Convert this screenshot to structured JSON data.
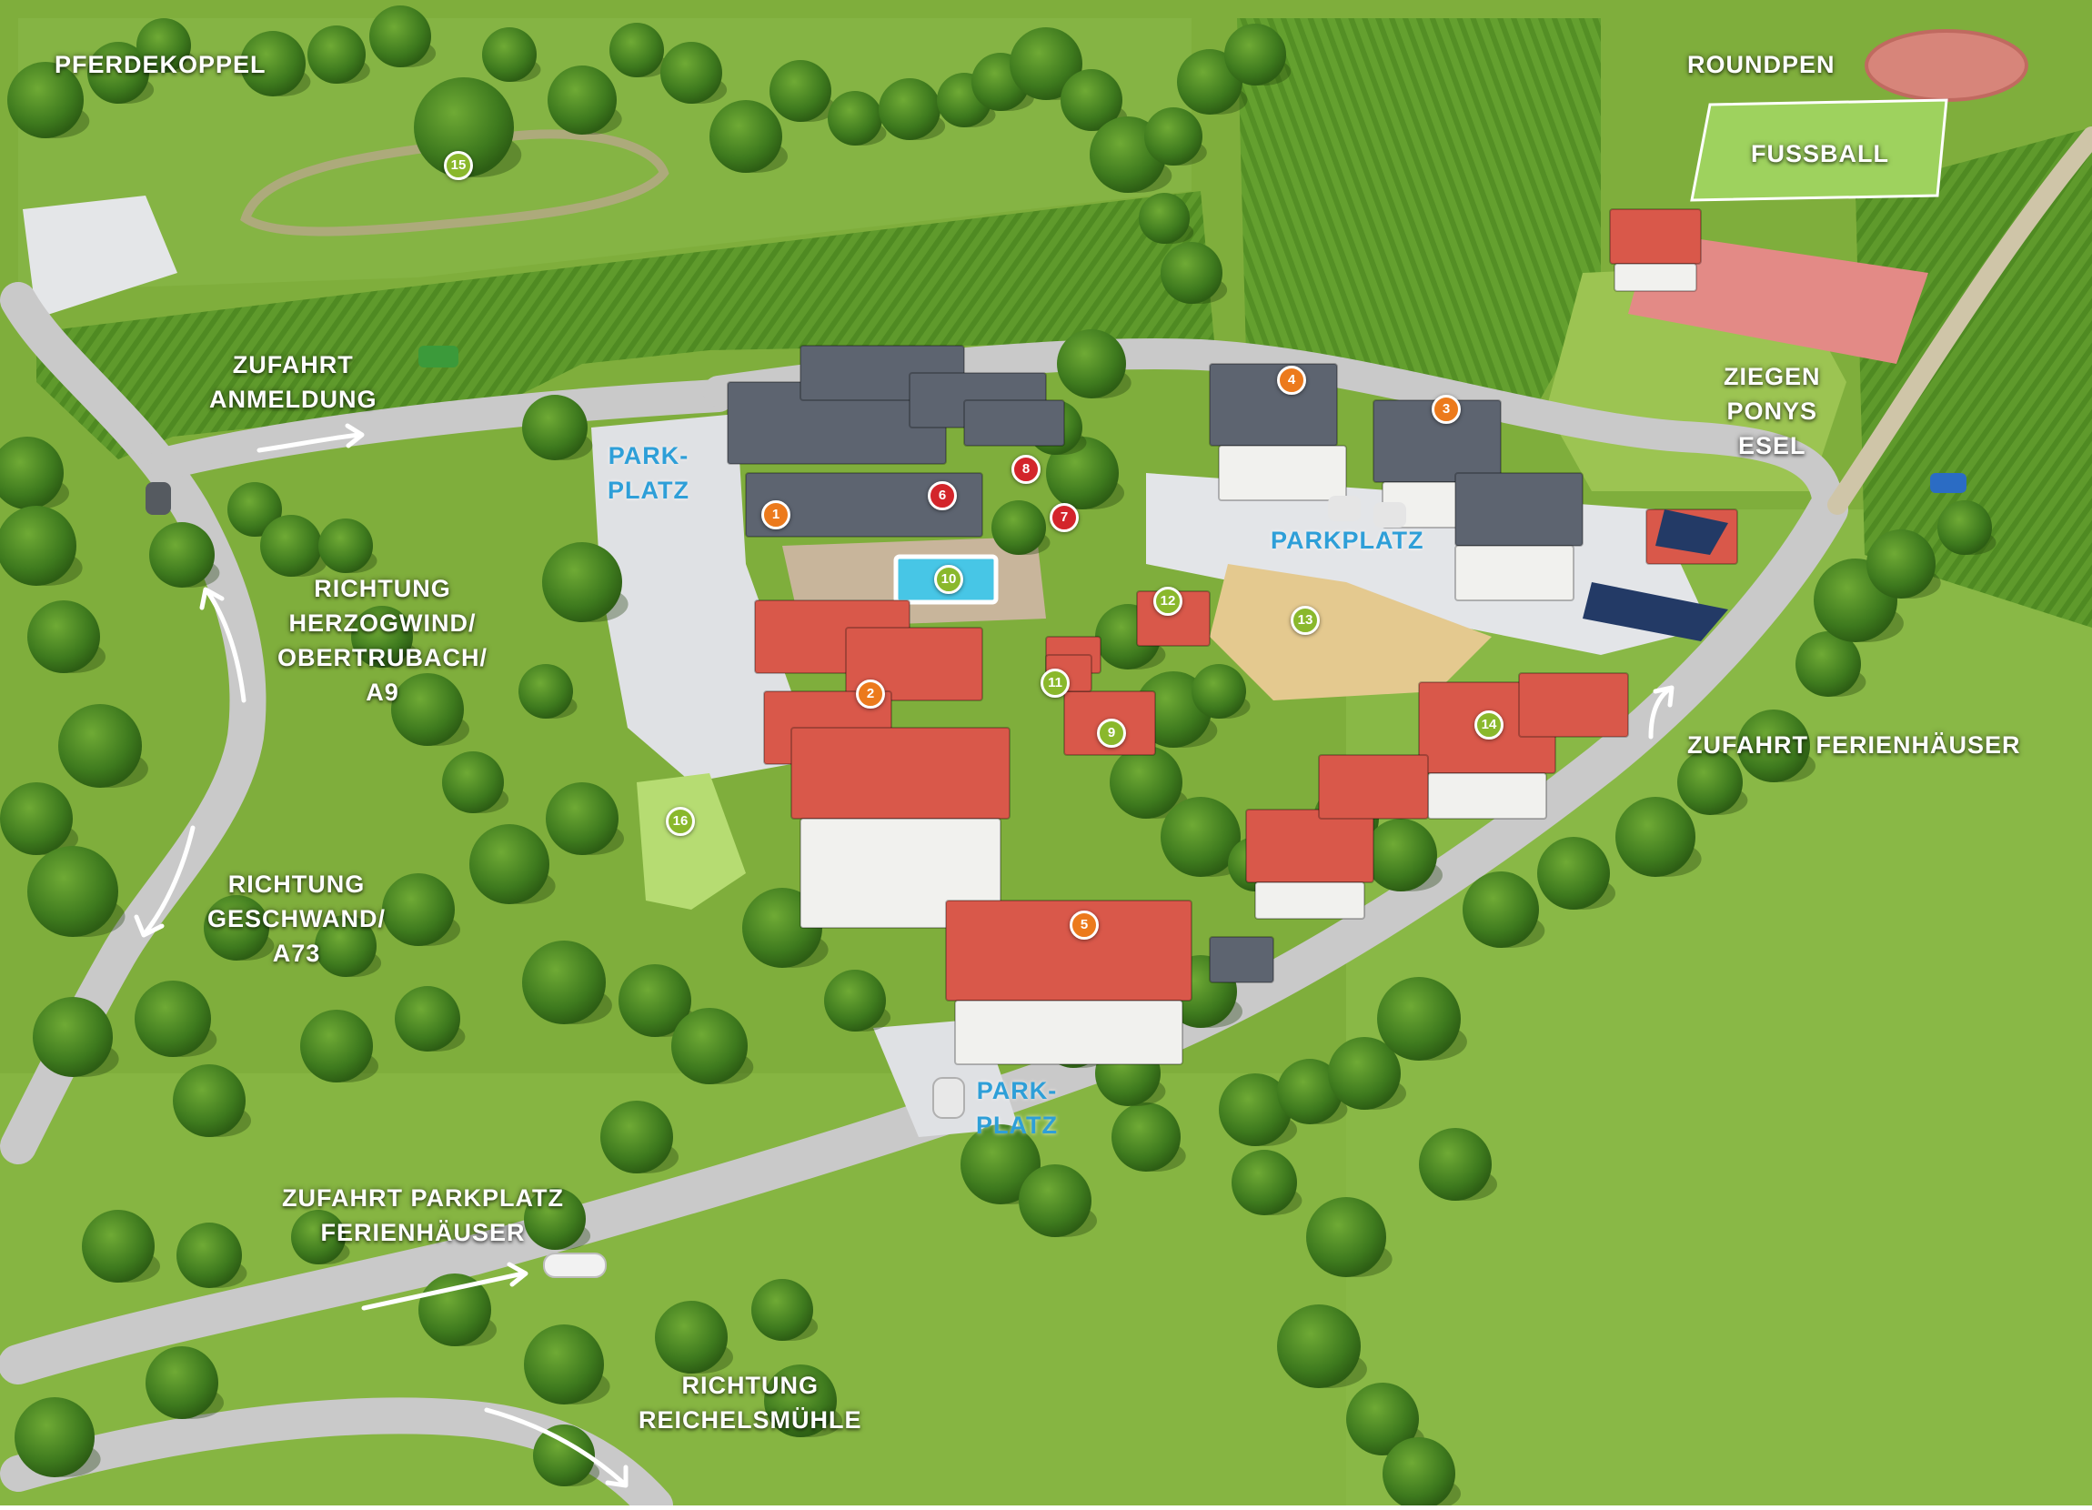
{
  "colors": {
    "meadow": "#7fae3c",
    "meadow_light": "#9cc452",
    "field": "#5f9a2c",
    "road": "#c8c8c8",
    "wall_white": "#f1f1ee",
    "roof_red": "#d9584a",
    "roof_grey": "#5d6470",
    "marker_orange": "#ec7a1c",
    "marker_red": "#d3252b",
    "marker_green": "#8ab82c",
    "label_white": "#ffffff",
    "label_blue": "#2e9fd8"
  },
  "labels": {
    "pferdekoppel": [
      "PFERDEKOPPEL"
    ],
    "roundpen": [
      "ROUNDPEN"
    ],
    "fussball": [
      "FUSSBALL"
    ],
    "zufahrt_anmeldung": [
      "ZUFAHRT",
      "ANMELDUNG"
    ],
    "ziegen": [
      "ZIEGEN",
      "PONYS",
      "ESEL"
    ],
    "parkplatz_left": [
      "PARK-",
      "PLATZ"
    ],
    "parkplatz_right": [
      "PARKPLATZ"
    ],
    "parkplatz_bottom": [
      "PARK-",
      "PLATZ"
    ],
    "herzogwind": [
      "RICHTUNG",
      "HERZOGWIND/",
      "OBERTRUBACH/",
      "A9"
    ],
    "zufahrt_ferienhaeuser": [
      "ZUFAHRT FERIENHÄUSER"
    ],
    "geschwand": [
      "RICHTUNG",
      "GESCHWAND/",
      "A73"
    ],
    "zufahrt_parkplatz": [
      "ZUFAHRT PARKPLATZ",
      "FERIENHÄUSER"
    ],
    "reichelsmuehle": [
      "RICHTUNG",
      "REICHELSMÜHLE"
    ]
  },
  "markers": [
    {
      "n": "1",
      "kind": "orange"
    },
    {
      "n": "2",
      "kind": "orange"
    },
    {
      "n": "3",
      "kind": "orange"
    },
    {
      "n": "4",
      "kind": "orange"
    },
    {
      "n": "5",
      "kind": "orange"
    },
    {
      "n": "6",
      "kind": "red"
    },
    {
      "n": "7",
      "kind": "red"
    },
    {
      "n": "8",
      "kind": "red"
    },
    {
      "n": "9",
      "kind": "green"
    },
    {
      "n": "10",
      "kind": "green"
    },
    {
      "n": "11",
      "kind": "green"
    },
    {
      "n": "12",
      "kind": "green"
    },
    {
      "n": "13",
      "kind": "green"
    },
    {
      "n": "14",
      "kind": "green"
    },
    {
      "n": "15",
      "kind": "green"
    },
    {
      "n": "16",
      "kind": "green"
    }
  ]
}
